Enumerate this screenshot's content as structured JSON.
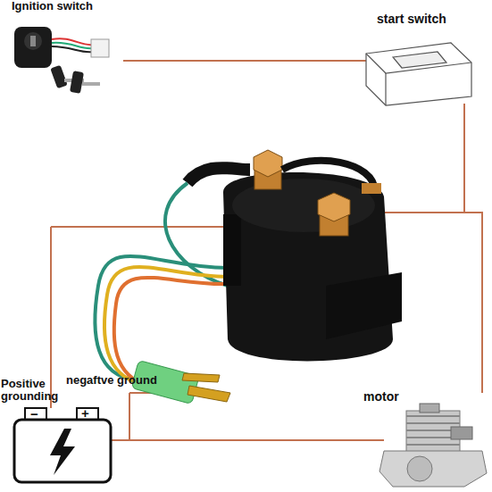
{
  "diagram": {
    "labels": [
      "Ignition switch",
      "start switch",
      "Positive grounding",
      "negaftve ground",
      "motor",
      "−",
      "+"
    ]
  }
}
